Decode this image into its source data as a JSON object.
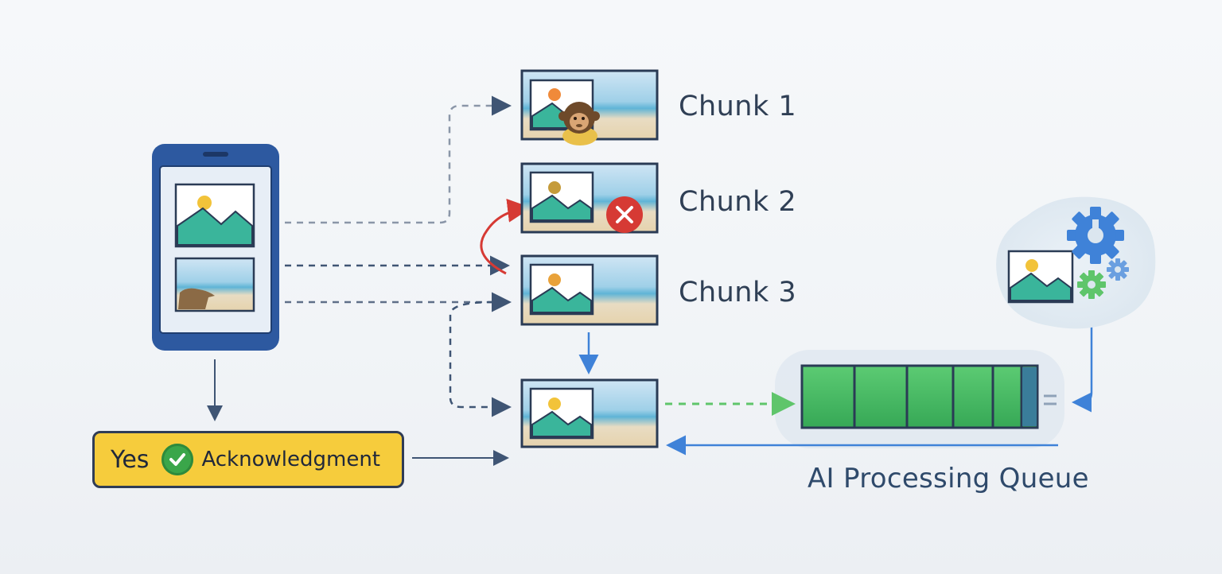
{
  "chunks": [
    {
      "label": "Chunk 1"
    },
    {
      "label": "Chunk 2"
    },
    {
      "label": "Chunk 3"
    }
  ],
  "acknowledgment": {
    "yes": "Yes",
    "text": "Acknowledgment"
  },
  "queue": {
    "label": "AI Processing Queue"
  },
  "icons": {
    "phone": "phone-icon",
    "image": "image-icon",
    "error": "error-x-icon",
    "check": "check-icon",
    "gear": "gear-icon"
  },
  "colors": {
    "phone": "#2d59a0",
    "error": "#d63a34",
    "ack": "#f6cc3c",
    "queue": "#4cbb64",
    "arrow_blue": "#3f82d8",
    "arrow_green": "#5fc56b",
    "arrow_dark": "#3f5574",
    "arrow_red": "#d63a34",
    "gear_blue": "#3f82d8",
    "gear_green": "#5fc56b"
  }
}
